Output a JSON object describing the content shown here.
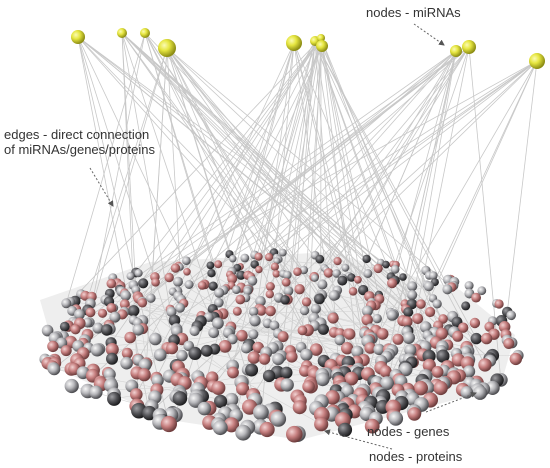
{
  "labels": {
    "mirna": "nodes - miRNAs",
    "edges_line1": "edges - direct connection",
    "edges_line2": "of miRNAs/genes/proteins",
    "genes": "nodes - genes",
    "proteins": "nodes - proteins"
  },
  "colors": {
    "mirna_node": "#e3e43a",
    "gene_node": "#c98787",
    "protein_node": "#b9b9bd",
    "edge": "#c8c8c8",
    "text": "#333333"
  }
}
